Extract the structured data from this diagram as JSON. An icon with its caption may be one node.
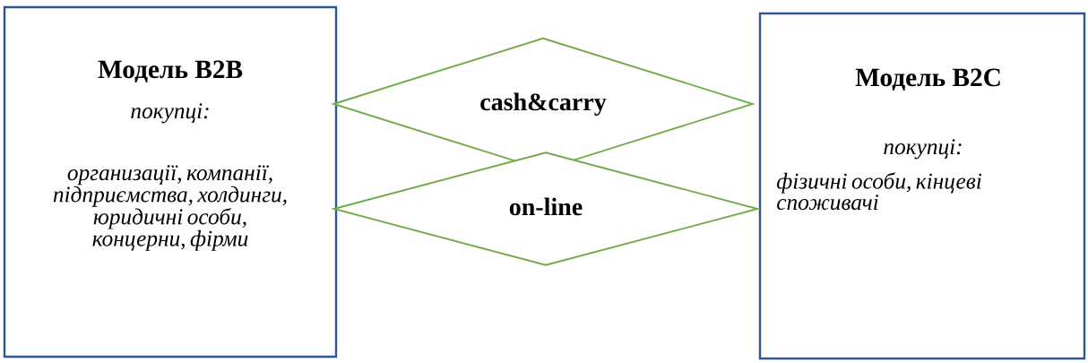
{
  "diagram": {
    "nodes": [
      {
        "text": [
          "Модель B2B",
          "покупці:",
          "организації, компанії, підприємства, холдинги, юридичні особи, концерни, фірми"
        ]
      },
      {
        "text": [
          "Модель B2C",
          "покупці:",
          "фізичні особи, кінцеві споживачі"
        ]
      },
      {
        "text": [
          "cash&carry"
        ]
      },
      {
        "text": [
          "on-line"
        ]
      }
    ]
  }
}
